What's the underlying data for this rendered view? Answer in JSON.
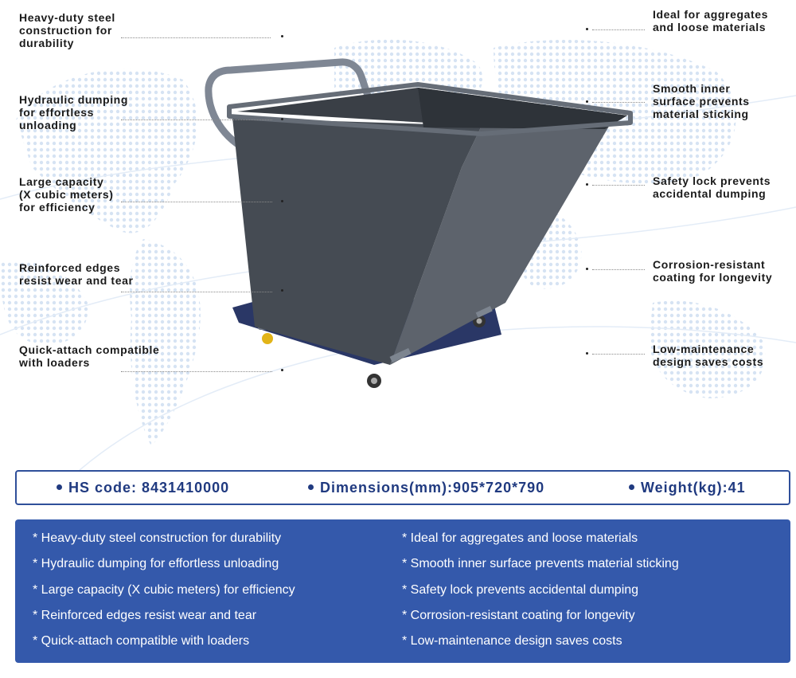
{
  "callouts_left": [
    "Heavy-duty steel\nconstruction for\ndurability",
    "Hydraulic dumping\nfor effortless\nunloading",
    "Large capacity\n(X cubic meters)\nfor efficiency",
    "Reinforced edges\nresist wear and tear",
    "Quick-attach compatible\nwith loaders"
  ],
  "callouts_right": [
    "Ideal for aggregates\nand loose materials",
    "Smooth inner\nsurface prevents\nmaterial sticking",
    "Safety lock prevents\naccidental dumping",
    "Corrosion-resistant\ncoating for longevity",
    "Low-maintenance\ndesign saves costs"
  ],
  "specs": {
    "hs_code": "HS code: 8431410000",
    "dimensions": "Dimensions(mm):905*720*790",
    "weight": "Weight(kg):41"
  },
  "features_left": [
    "* Heavy-duty steel construction for durability",
    "* Hydraulic dumping for effortless unloading",
    "* Large capacity (X cubic meters) for efficiency",
    "* Reinforced edges resist wear and tear",
    "* Quick-attach compatible with loaders"
  ],
  "features_right": [
    "* Ideal for aggregates and loose materials",
    "* Smooth inner surface prevents material sticking",
    "* Safety lock prevents accidental dumping",
    "* Corrosion-resistant coating for longevity",
    "* Low-maintenance design saves costs"
  ],
  "colors": {
    "accent": "#3459ab",
    "spec_text": "#203a80",
    "hopper": "#4a5058"
  },
  "icons": [
    "world-map-background",
    "tipping-hopper-product-image"
  ]
}
